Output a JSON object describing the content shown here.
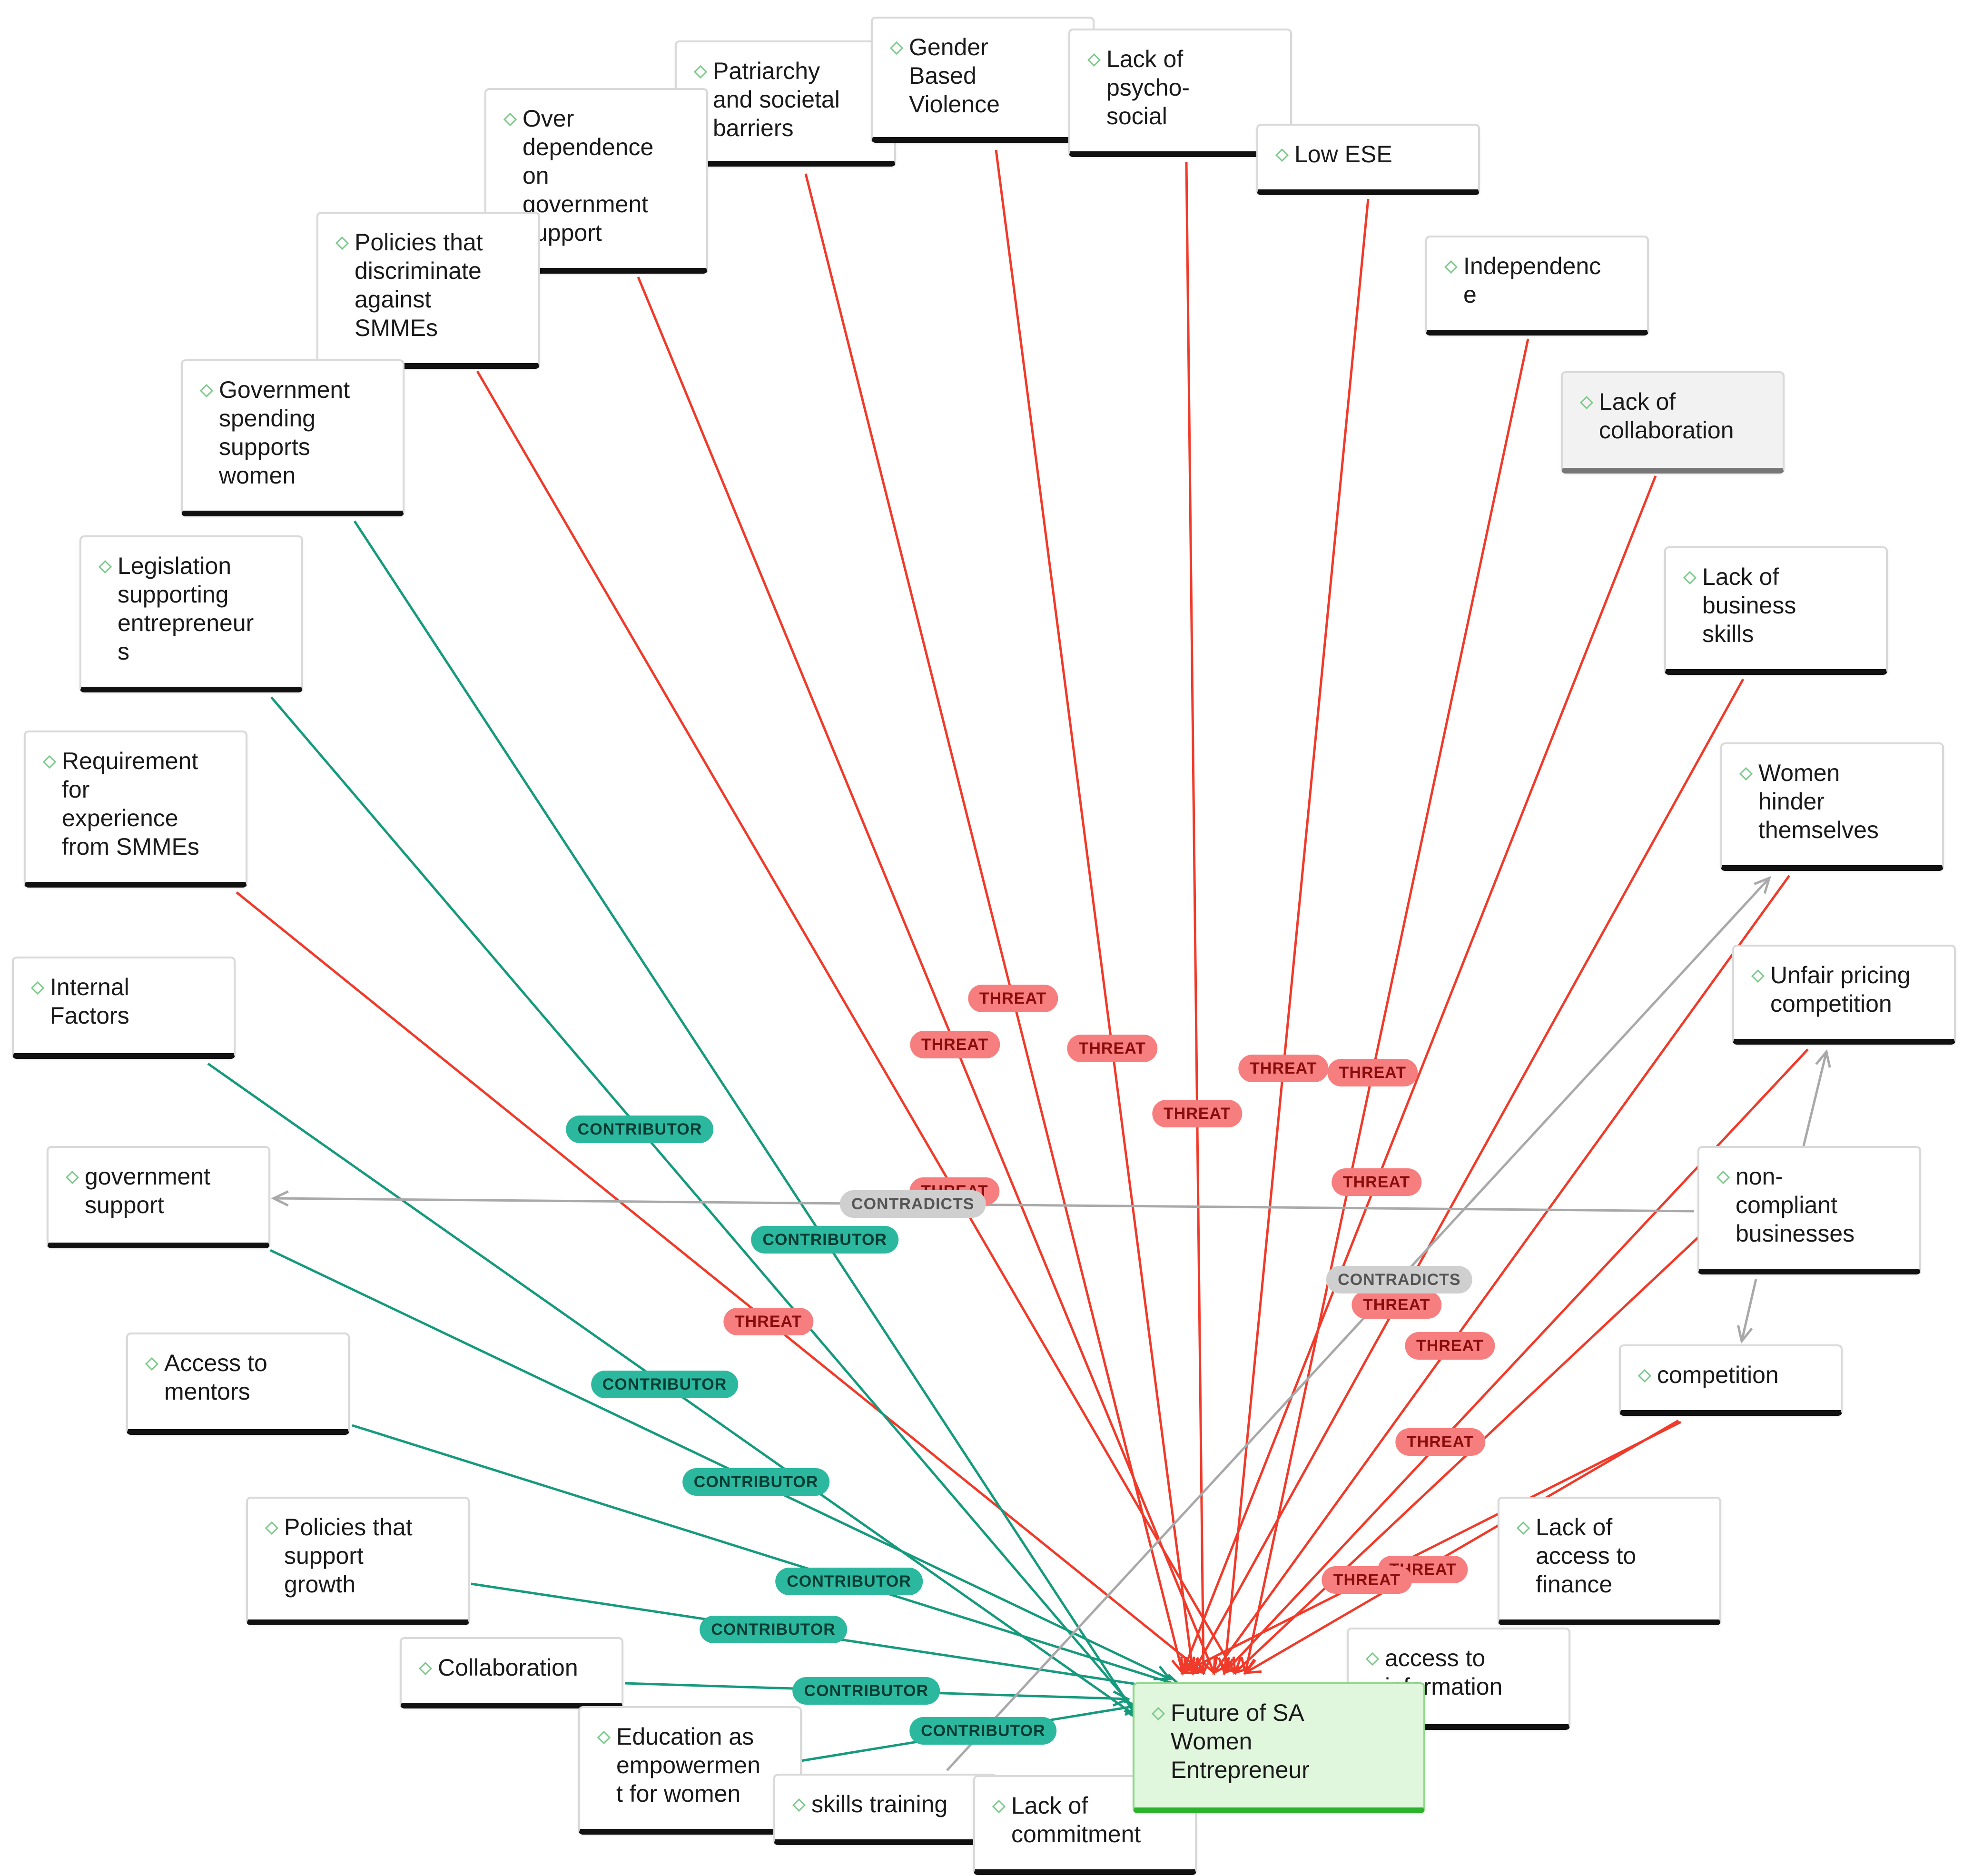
{
  "diagram": {
    "colors": {
      "threat": "#f03a2a",
      "contributor": "#169a7d",
      "contradicts": "#a9a9a9",
      "node_icon": "#7cc98a",
      "target_fill": "#e0f7dd"
    },
    "relation_labels": {
      "threat": "THREAT",
      "contributor": "CONTRIBUTOR",
      "contradicts": "CONTRADICTS"
    },
    "target": {
      "id": "future",
      "label": "Future of SA\nWomen\nEntrepreneur",
      "icon": "diamond-icon"
    },
    "nodes": [
      {
        "id": "patriarchy",
        "label": "Patriarchy\nand societal\nbarriers",
        "icon": "diamond-icon"
      },
      {
        "id": "gbv",
        "label": "Gender\nBased\nViolence",
        "icon": "diamond-icon"
      },
      {
        "id": "psycho",
        "label": "Lack of\npsycho-\nsocial",
        "icon": "diamond-icon"
      },
      {
        "id": "overdep",
        "label": "Over\ndependence\non\ngovernment\nsupport",
        "icon": "diamond-icon"
      },
      {
        "id": "lowese",
        "label": "Low ESE",
        "icon": "diamond-icon"
      },
      {
        "id": "policies_disc",
        "label": "Policies that\ndiscriminate\nagainst\nSMMEs",
        "icon": "diamond-icon"
      },
      {
        "id": "independence",
        "label": "Independenc\ne",
        "icon": "diamond-icon"
      },
      {
        "id": "gov_spending",
        "label": "Government\nspending\nsupports\nwomen",
        "icon": "diamond-icon"
      },
      {
        "id": "lack_collab",
        "label": "Lack of\ncollaboration",
        "icon": "diamond-icon",
        "selected": true
      },
      {
        "id": "legislation",
        "label": "Legislation\nsupporting\nentrepreneur\ns",
        "icon": "diamond-icon"
      },
      {
        "id": "lack_business",
        "label": "Lack of\nbusiness\nskills",
        "icon": "diamond-icon"
      },
      {
        "id": "requirement",
        "label": "Requirement\nfor\nexperience\nfrom SMMEs",
        "icon": "diamond-icon"
      },
      {
        "id": "women_hinder",
        "label": "Women\nhinder\nthemselves",
        "icon": "diamond-icon"
      },
      {
        "id": "internal",
        "label": "Internal\nFactors",
        "icon": "diamond-icon"
      },
      {
        "id": "unfair_pricing",
        "label": "Unfair pricing\ncompetition",
        "icon": "diamond-icon"
      },
      {
        "id": "gov_support",
        "label": "government\nsupport",
        "icon": "diamond-icon"
      },
      {
        "id": "noncompliant",
        "label": "non-\ncompliant\nbusinesses",
        "icon": "diamond-icon"
      },
      {
        "id": "mentors",
        "label": "Access to\nmentors",
        "icon": "diamond-icon"
      },
      {
        "id": "competition",
        "label": "competition",
        "icon": "diamond-icon"
      },
      {
        "id": "policies_growth",
        "label": "Policies that\nsupport\ngrowth",
        "icon": "diamond-icon"
      },
      {
        "id": "lack_finance",
        "label": "Lack of\naccess to\nfinance",
        "icon": "diamond-icon"
      },
      {
        "id": "collaboration",
        "label": "Collaboration",
        "icon": "diamond-icon"
      },
      {
        "id": "access_info",
        "label": "access to\ninformation",
        "icon": "diamond-icon"
      },
      {
        "id": "education",
        "label": "Education as\nempowermen\nt for women",
        "icon": "diamond-icon"
      },
      {
        "id": "skills",
        "label": "skills training",
        "icon": "diamond-icon"
      },
      {
        "id": "commitment",
        "label": "Lack of\ncommitment",
        "icon": "diamond-icon"
      }
    ],
    "edges": [
      {
        "from": "patriarchy",
        "to": "future",
        "type": "threat"
      },
      {
        "from": "gbv",
        "to": "future",
        "type": "threat"
      },
      {
        "from": "psycho",
        "to": "future",
        "type": "threat"
      },
      {
        "from": "overdep",
        "to": "future",
        "type": "threat"
      },
      {
        "from": "lowese",
        "to": "future",
        "type": "threat"
      },
      {
        "from": "policies_disc",
        "to": "future",
        "type": "threat"
      },
      {
        "from": "independence",
        "to": "future",
        "type": "threat"
      },
      {
        "from": "lack_collab",
        "to": "future",
        "type": "threat"
      },
      {
        "from": "lack_business",
        "to": "future",
        "type": "threat"
      },
      {
        "from": "requirement",
        "to": "future",
        "type": "threat"
      },
      {
        "from": "women_hinder",
        "to": "future",
        "type": "threat"
      },
      {
        "from": "unfair_pricing",
        "to": "future",
        "type": "threat"
      },
      {
        "from": "noncompliant",
        "to": "future",
        "type": "threat"
      },
      {
        "from": "competition",
        "to": "future",
        "type": "threat"
      },
      {
        "from": "lack_finance",
        "to": "future",
        "type": "threat"
      },
      {
        "from": "gov_spending",
        "to": "future",
        "type": "contributor"
      },
      {
        "from": "legislation",
        "to": "future",
        "type": "contributor"
      },
      {
        "from": "internal",
        "to": "future",
        "type": "contributor"
      },
      {
        "from": "gov_support",
        "to": "future",
        "type": "contributor"
      },
      {
        "from": "mentors",
        "to": "future",
        "type": "contributor"
      },
      {
        "from": "policies_growth",
        "to": "future",
        "type": "contributor"
      },
      {
        "from": "collaboration",
        "to": "future",
        "type": "contributor"
      },
      {
        "from": "education",
        "to": "future",
        "type": "contributor"
      },
      {
        "from": "noncompliant",
        "to": "gov_support",
        "type": "contradicts"
      },
      {
        "from": "skills",
        "to": "women_hinder",
        "type": "contradicts"
      },
      {
        "from": "noncompliant",
        "to": "unfair_pricing",
        "type": "contradicts"
      },
      {
        "from": "noncompliant",
        "to": "competition",
        "type": "contradicts"
      }
    ]
  }
}
